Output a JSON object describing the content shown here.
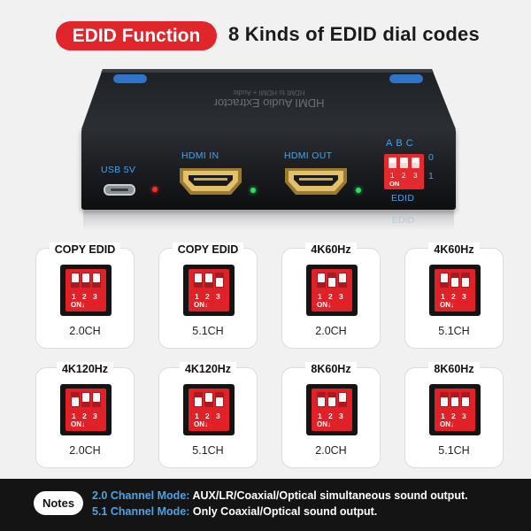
{
  "header": {
    "badge": "EDID Function",
    "title": "8 Kinds of EDID dial codes"
  },
  "device": {
    "top_label": "HDMI Audio Extractor",
    "top_sublabel": "HDMI to HDMI + Audio",
    "usb_label": "USB 5V",
    "hdmi_in_label": "HDMI IN",
    "hdmi_out_label": "HDMI OUT",
    "dip_letters": [
      "A",
      "B",
      "C"
    ],
    "dip_state_labels": [
      "0",
      "1"
    ],
    "dip_numbers": [
      "1",
      "2",
      "3"
    ],
    "dip_on": "ON",
    "edid_label": "EDID",
    "edid_label_reflection": "EDID"
  },
  "dip_nums": [
    "1",
    "2",
    "3"
  ],
  "dip_on": "ON↓",
  "cards": [
    {
      "title": "COPY EDID",
      "sub": "2.0CH",
      "switches": [
        "up",
        "up",
        "up"
      ]
    },
    {
      "title": "COPY EDID",
      "sub": "5.1CH",
      "switches": [
        "up",
        "up",
        "down"
      ]
    },
    {
      "title": "4K60Hz",
      "sub": "2.0CH",
      "switches": [
        "up",
        "down",
        "up"
      ]
    },
    {
      "title": "4K60Hz",
      "sub": "5.1CH",
      "switches": [
        "up",
        "down",
        "down"
      ]
    },
    {
      "title": "4K120Hz",
      "sub": "2.0CH",
      "switches": [
        "down",
        "up",
        "up"
      ]
    },
    {
      "title": "4K120Hz",
      "sub": "5.1CH",
      "switches": [
        "down",
        "up",
        "down"
      ]
    },
    {
      "title": "8K60Hz",
      "sub": "2.0CH",
      "switches": [
        "down",
        "down",
        "up"
      ]
    },
    {
      "title": "8K60Hz",
      "sub": "5.1CH",
      "switches": [
        "down",
        "down",
        "down"
      ]
    }
  ],
  "notes": {
    "badge": "Notes",
    "line1_key": "2.0 Channel Mode:",
    "line1_value": "AUX/LR/Coaxial/Optical simultaneous sound output.",
    "line2_key": "5.1 Channel Mode:",
    "line2_value": "Only Coaxial/Optical sound output."
  },
  "colors": {
    "accent_red": "#e0252b",
    "label_blue": "#4aa3e6",
    "device_black": "#15171a",
    "notes_bg": "#141414"
  }
}
